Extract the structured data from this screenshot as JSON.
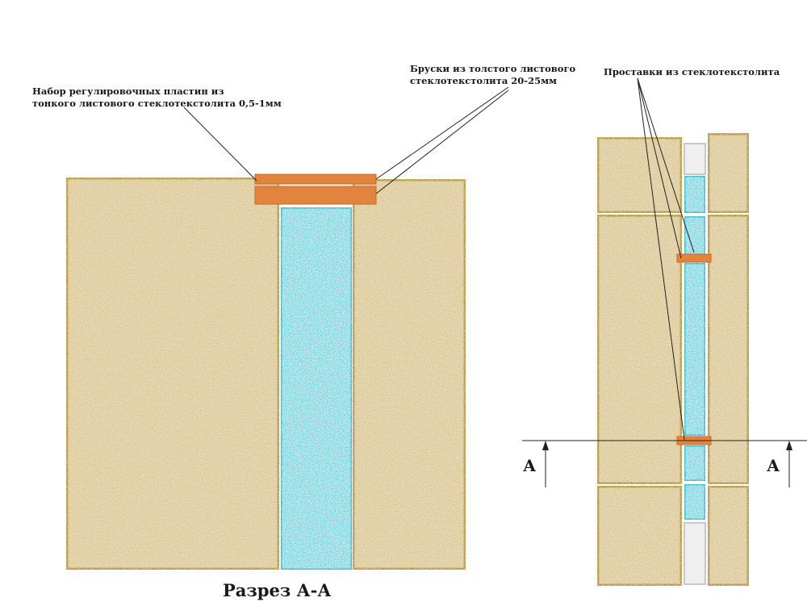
{
  "labels": {
    "shims_line1": "Набор регулировочных пластин из",
    "shims_line2": "тонкого листового стеклотекстолита 0,5-1мм",
    "bars_line1": "Бруски из толстого листового",
    "bars_line2": "стеклотекстолита 20-25мм",
    "spacers": "Проставки из стеклотекстолита",
    "section_left": "А",
    "section_right": "А",
    "caption": "Разрез  А-А"
  },
  "colors": {
    "sand_fill": "#e6d8b6",
    "sand_border": "#b89a4c",
    "glass_fill": "#bfe8ee",
    "glass_border": "#44b4c2",
    "spacer_orange": "#e2843e",
    "white_block": "#efefef",
    "line": "#222222"
  }
}
